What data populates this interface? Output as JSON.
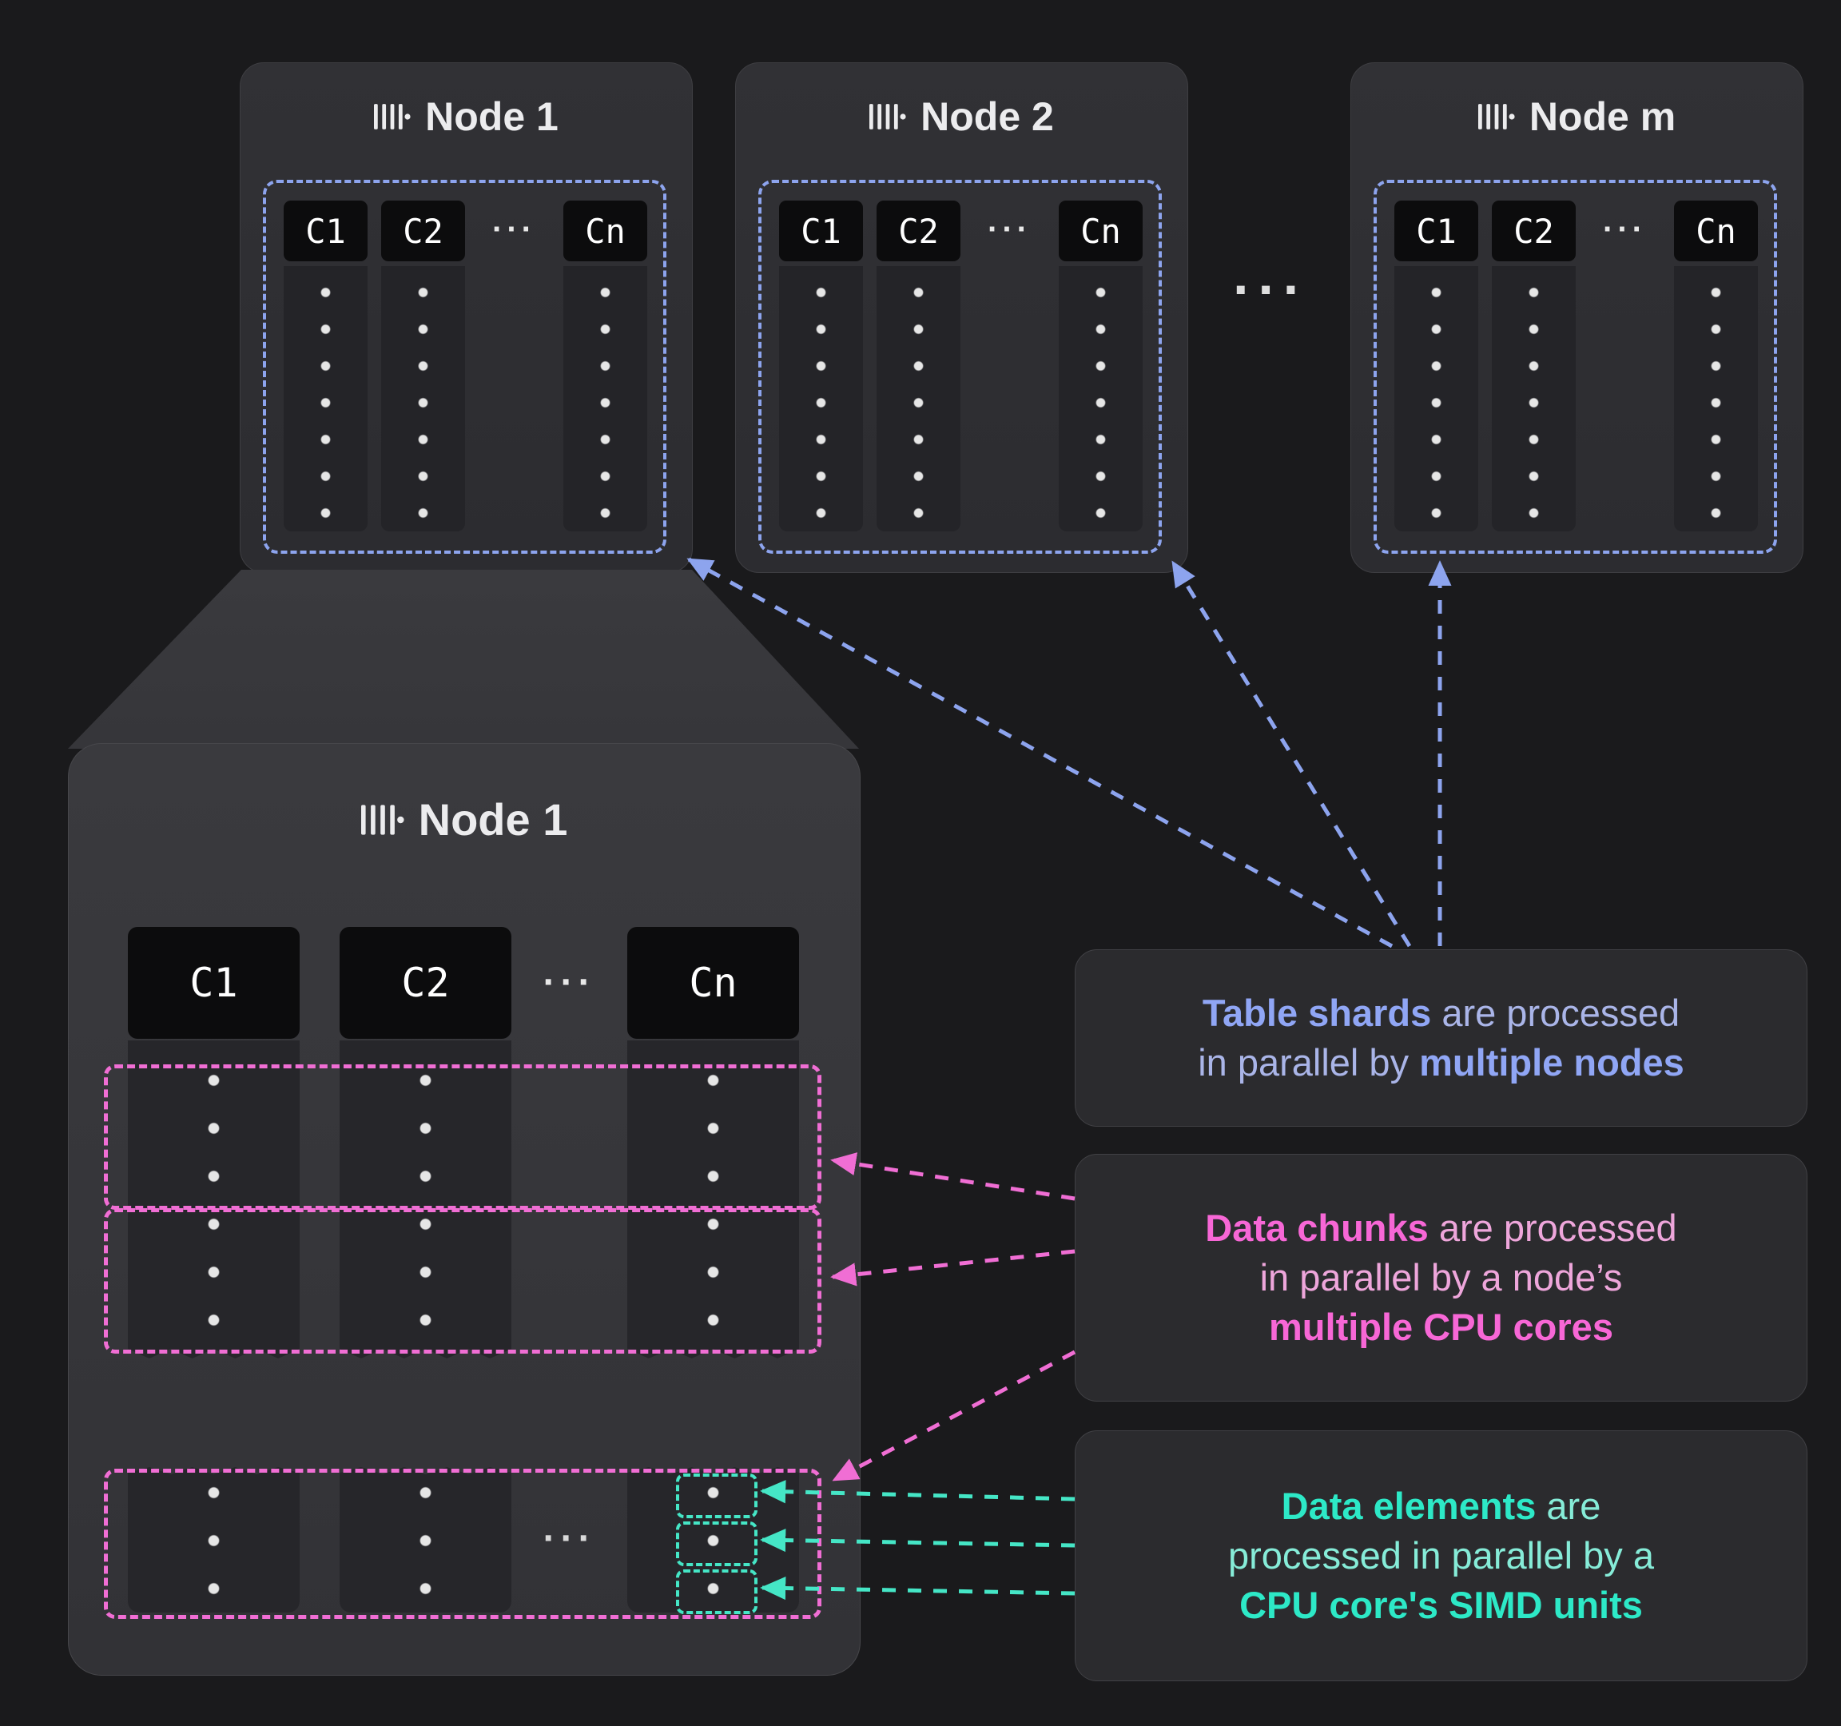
{
  "colors": {
    "background": "#1a1a1c",
    "shard_blue": "#8da4ee",
    "chunk_pink": "#f06ed4",
    "element_teal": "#45e6c6"
  },
  "icons": {
    "node_icon": "columns-bars-icon"
  },
  "top_nodes": [
    {
      "title": "Node 1",
      "columns": [
        "C1",
        "C2",
        "Cn"
      ],
      "ellipsis": "···"
    },
    {
      "title": "Node 2",
      "columns": [
        "C1",
        "C2",
        "Cn"
      ],
      "ellipsis": "···"
    },
    {
      "title": "Node m",
      "columns": [
        "C1",
        "C2",
        "Cn"
      ],
      "ellipsis": "···"
    }
  ],
  "nodes_gap_ellipsis": "···",
  "detail_node": {
    "title": "Node 1",
    "columns": [
      "C1",
      "C2",
      "Cn"
    ],
    "header_ellipsis": "···",
    "body_ellipsis": "···"
  },
  "annotations": {
    "shards": {
      "segments": [
        {
          "t": "Table shards",
          "b": true
        },
        {
          "t": " are processed\nin parallel by ",
          "b": false
        },
        {
          "t": "multiple nodes",
          "b": true
        }
      ]
    },
    "chunks": {
      "segments": [
        {
          "t": "Data chunks",
          "b": true
        },
        {
          "t": " are processed\nin parallel by a node’s\n",
          "b": false
        },
        {
          "t": "multiple CPU cores",
          "b": true
        }
      ]
    },
    "elements": {
      "segments": [
        {
          "t": "Data elements",
          "b": true
        },
        {
          "t": " are\nprocessed in parallel by a\n",
          "b": false
        },
        {
          "t": "CPU core's SIMD units",
          "b": true
        }
      ]
    }
  }
}
